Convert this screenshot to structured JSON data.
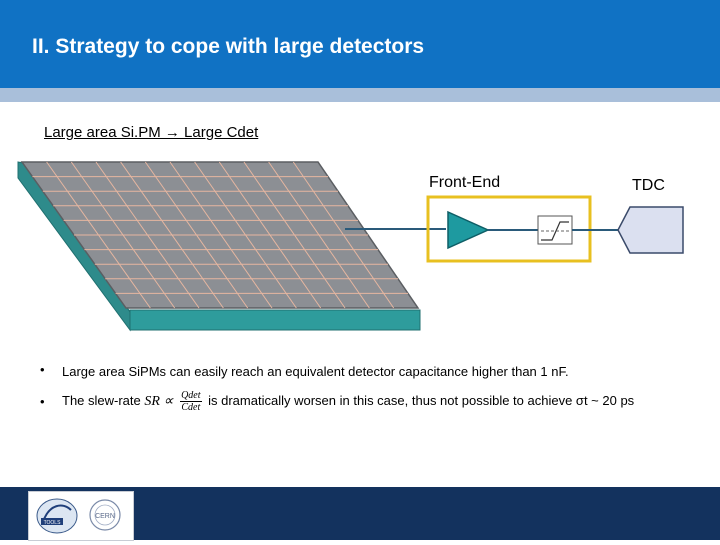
{
  "slide": {
    "title": "II. Strategy to cope with large detectors",
    "subtitle": "Large area Si.PM → Large Cdet"
  },
  "diagram": {
    "front_end_label": "Front-End",
    "tdc_label": "TDC",
    "sipm_grid": {
      "columns": 12,
      "rows": 10
    },
    "colors": {
      "sipm_face": "#8c8f94",
      "sipm_edge": "#2e8b8b",
      "grid_line": "#e6b6a0",
      "front_end_box": "#e8c020",
      "tdc_fill": "#dbe0f0",
      "amplifier_fill": "#1e9aa0"
    }
  },
  "bullets": [
    {
      "dot": "•",
      "text": "Large area SiPMs can easily reach an equivalent detector capacitance higher than 1 nF."
    },
    {
      "dot": "•",
      "prefix": "The slew-rate ",
      "math": "SR ∝",
      "frac_num": "Qdet",
      "frac_den": "Cdet",
      "suffix": " is dramatically worsen in this case, thus not possible to achieve σt ~ 20 ps"
    }
  ],
  "footer": {
    "logos": [
      "EPFL-logo",
      "CERN-logo"
    ],
    "cern_text": "CERN"
  },
  "colors": {
    "header": "#1072c4",
    "header_stripe": "#a9bfda",
    "footer": "#13325e"
  }
}
